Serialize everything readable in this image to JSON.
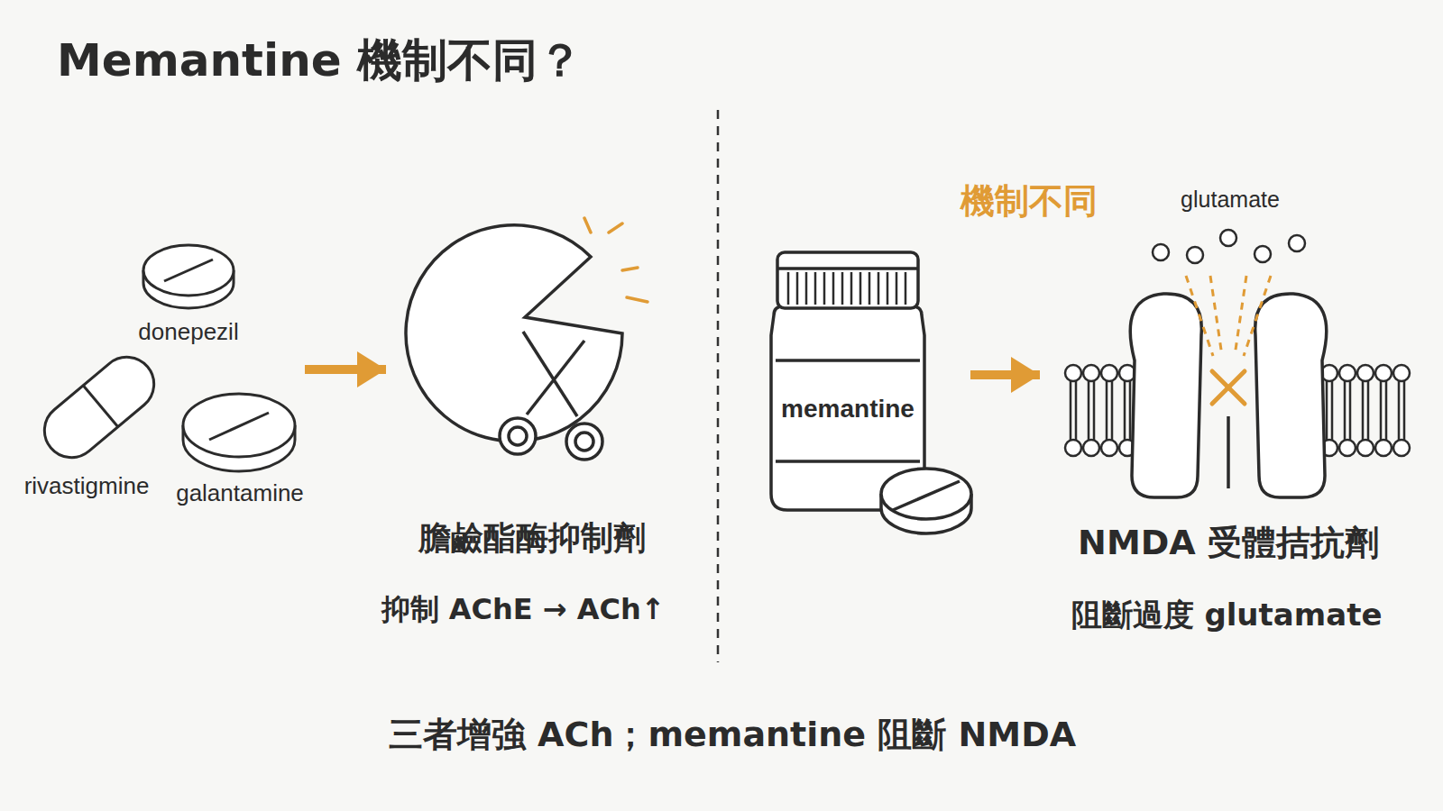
{
  "diagram": {
    "title": "Memantine 機制不同？",
    "caption": "三者增強 ACh；memantine 阻斷 NMDA",
    "nodes": [
      {
        "text": [
          "donepezil",
          "rivastigmine",
          "galantamine"
        ]
      },
      {
        "text": [
          "膽鹼酯酶抑制劑",
          "抑制 AChE → ACh↑"
        ]
      },
      {
        "text": [
          "memantine"
        ]
      },
      {
        "text": [
          "glutamate",
          "NMDA 受體拮抗劑",
          "阻斷過度 glutamate"
        ]
      }
    ],
    "edges": [
      {
        "from": 0,
        "to": 1,
        "arrow": "to"
      },
      {
        "from": 2,
        "to": 3,
        "arrow": "to"
      }
    ],
    "labels": [
      "機制不同"
    ]
  }
}
